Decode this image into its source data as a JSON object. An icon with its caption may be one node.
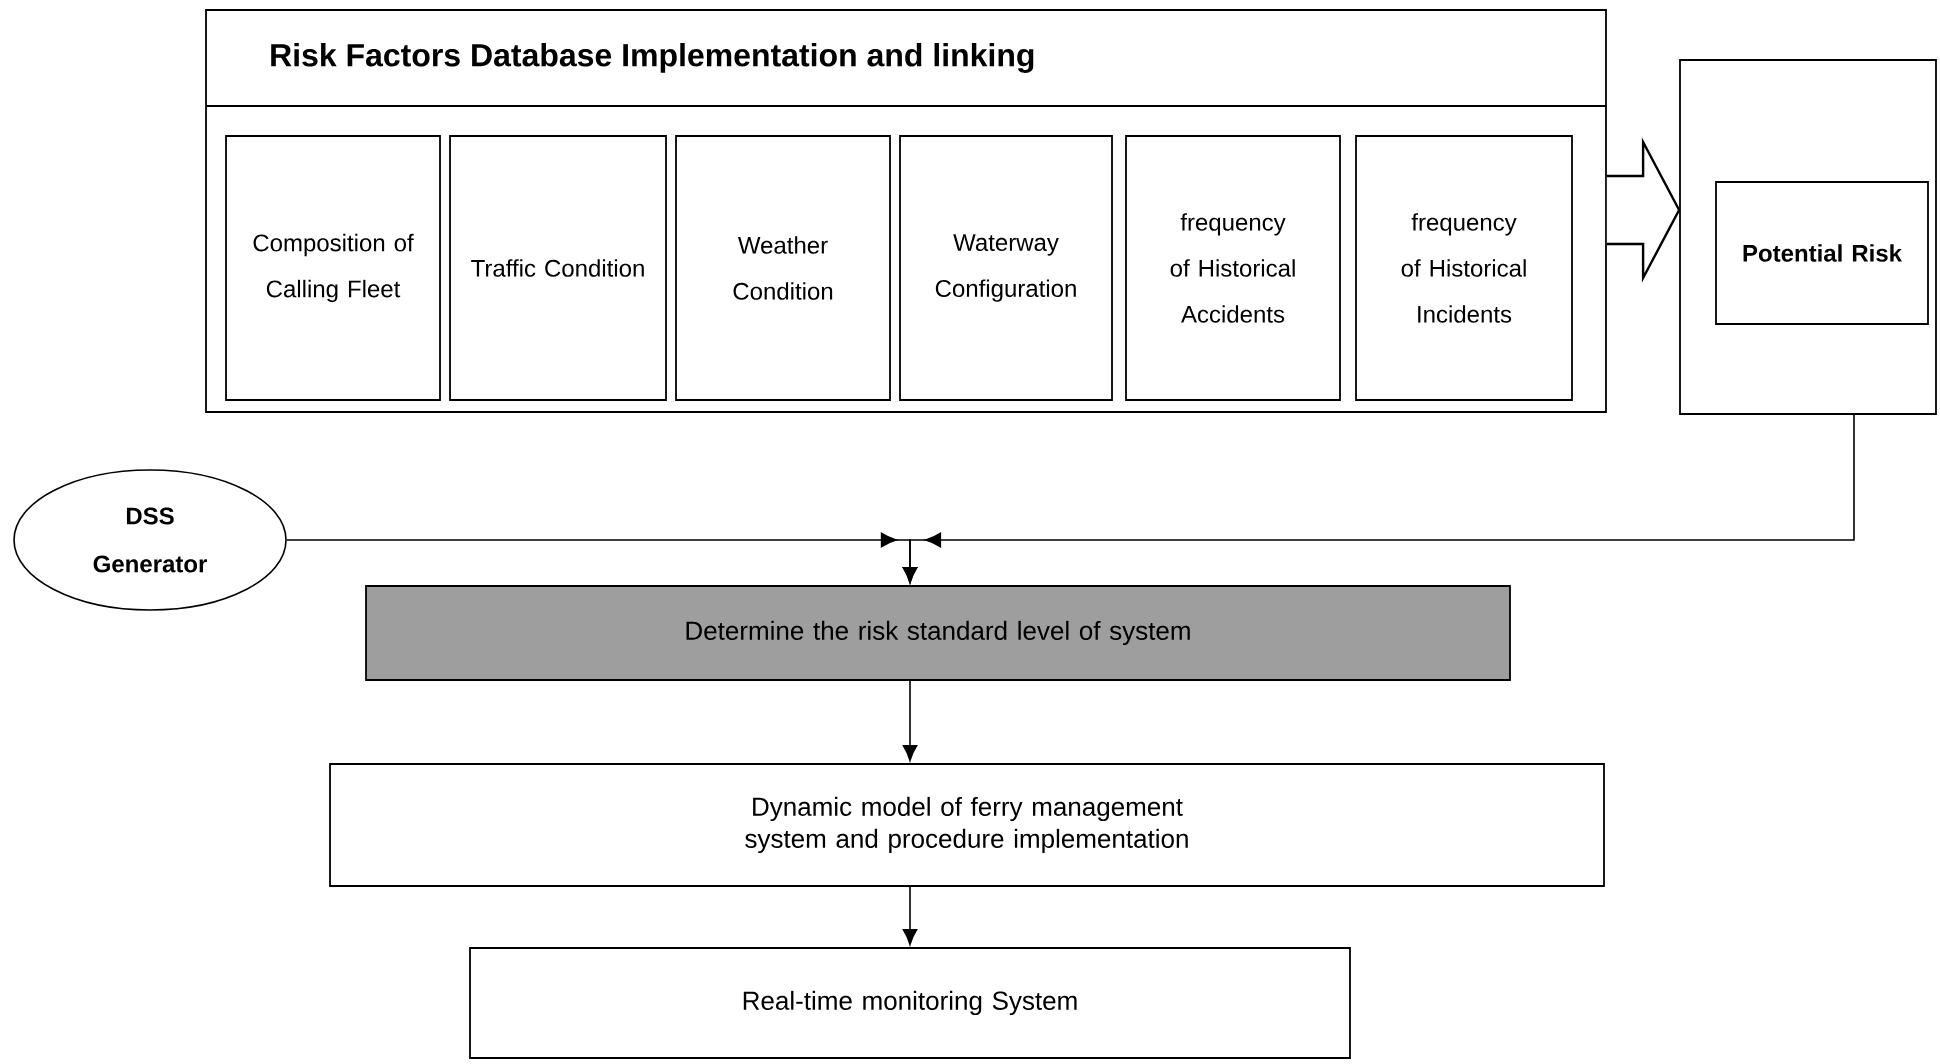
{
  "diagram": {
    "nodes": [
      {
        "text": [
          "Risk Factors Database Implementation and linking"
        ]
      },
      {
        "text": [
          "Composition of Calling Fleet"
        ],
        "in": 0
      },
      {
        "text": [
          "Traffic Condition"
        ],
        "in": 0
      },
      {
        "text": [
          "Weather Condition"
        ],
        "in": 0
      },
      {
        "text": [
          "Waterway Configuration"
        ],
        "in": 0
      },
      {
        "text": [
          "frequency of Historical Accidents"
        ],
        "in": 0
      },
      {
        "text": [
          "frequency of Historical Incidents"
        ],
        "in": 0
      },
      {
        "text": [],
        "shape": "box"
      },
      {
        "text": [
          "Potential Risk"
        ],
        "in": 7
      },
      {
        "text": [
          "DSS Generator"
        ]
      },
      {
        "text": [
          "Determine the risk standard level of system"
        ]
      },
      {
        "text": [
          "Dynamic model of ferry management system and procedure implementation"
        ]
      },
      {
        "text": [
          "Real-time monitoring System"
        ]
      }
    ],
    "edges": [
      {
        "from": 0,
        "to": 7,
        "arrow": "to",
        "style": "thick"
      },
      {
        "from": 9,
        "to": 10,
        "arrow": "to"
      },
      {
        "from": 7,
        "to": 10,
        "arrow": "to"
      },
      {
        "from": 10,
        "to": 11,
        "arrow": "to"
      },
      {
        "from": 11,
        "to": 12,
        "arrow": "to"
      }
    ]
  }
}
